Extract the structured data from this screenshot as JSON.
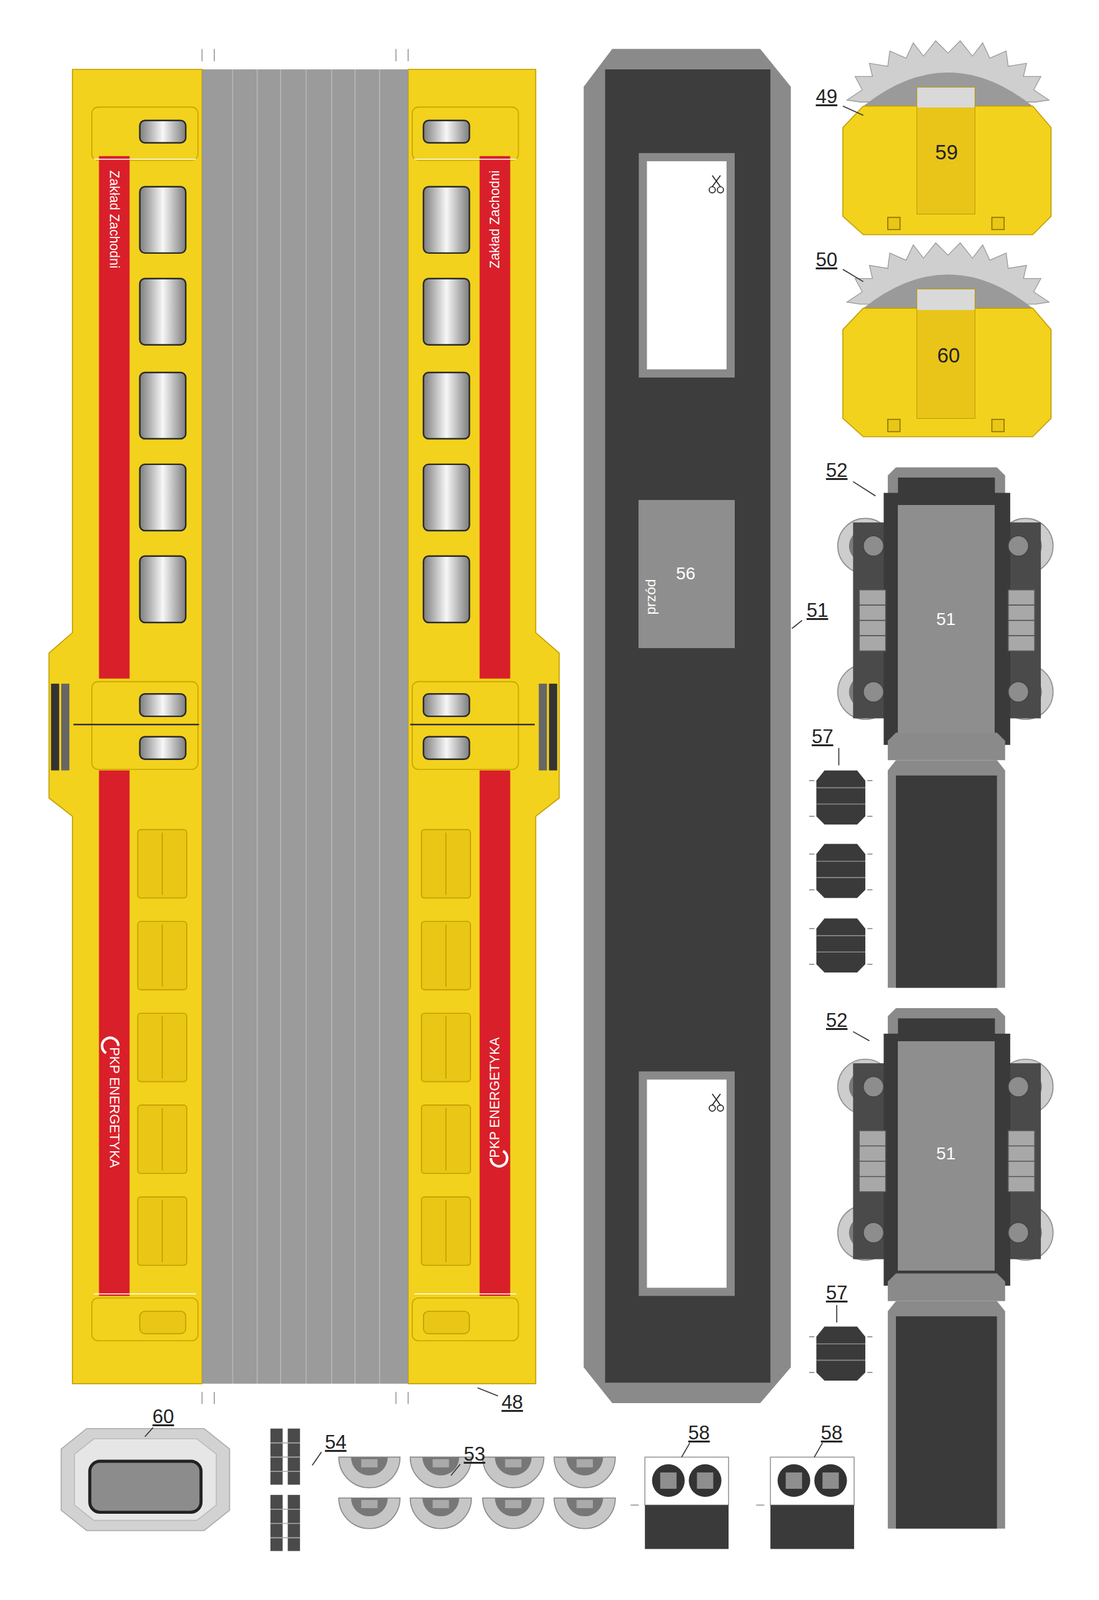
{
  "diagram": {
    "nodes": [
      {
        "text": [
          "59"
        ]
      },
      {
        "text": [
          "60"
        ]
      },
      {
        "text": [
          "56",
          "przód"
        ]
      },
      {
        "text": [
          "51"
        ]
      },
      {
        "text": [
          "51"
        ]
      }
    ],
    "labels": [
      "Zakład Zachodni",
      "Zakład Zachodni",
      "PKP ENERGETYKA",
      "PKP ENERGETYKA",
      "49",
      "50",
      "52",
      "51",
      "57",
      "52",
      "57",
      "48",
      "60",
      "54",
      "53",
      "58",
      "58"
    ]
  }
}
